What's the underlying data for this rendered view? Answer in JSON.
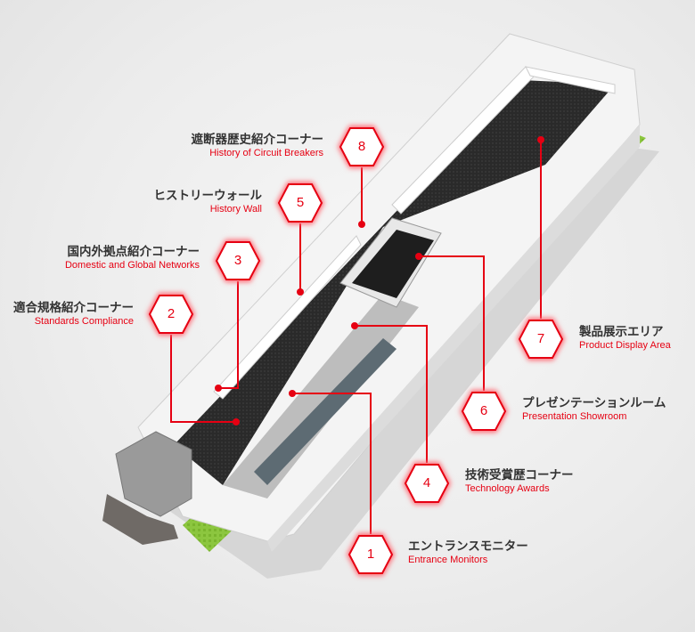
{
  "accent_color": "#e60012",
  "areas": [
    {
      "number": "1",
      "jp": "エントランスモニター",
      "en": "Entrance Monitors"
    },
    {
      "number": "2",
      "jp": "適合規格紹介コーナー",
      "en": "Standards Compliance"
    },
    {
      "number": "3",
      "jp": "国内外拠点紹介コーナー",
      "en": "Domestic and Global Networks"
    },
    {
      "number": "4",
      "jp": "技術受賞歴コーナー",
      "en": "Technology Awards"
    },
    {
      "number": "5",
      "jp": "ヒストリーウォール",
      "en": "History Wall"
    },
    {
      "number": "6",
      "jp": "プレゼンテーションルーム",
      "en": "Presentation Showroom"
    },
    {
      "number": "7",
      "jp": "製品展示エリア",
      "en": "Product Display Area"
    },
    {
      "number": "8",
      "jp": "遮断器歴史紹介コーナー",
      "en": "History of Circuit Breakers"
    }
  ]
}
